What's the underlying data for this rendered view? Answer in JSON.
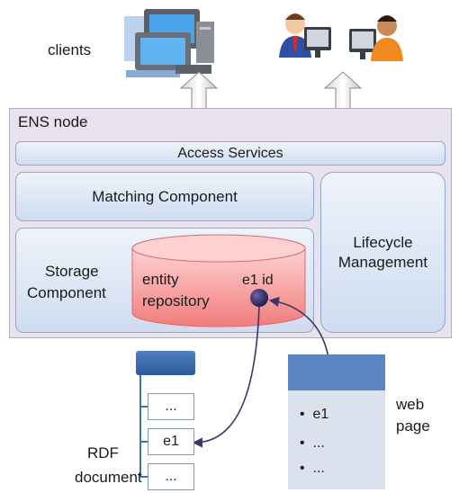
{
  "clients_label": "clients",
  "node": {
    "title": "ENS node",
    "access_services": "Access Services",
    "matching_component": "Matching Component",
    "storage_component": [
      "Storage",
      "Component"
    ],
    "lifecycle_management": [
      "Lifecycle",
      "Management"
    ],
    "entity_repository": [
      "entity",
      "repository"
    ],
    "entity_id": "e1 id"
  },
  "rdf_document": {
    "label": [
      "RDF",
      "document"
    ],
    "items": [
      "...",
      "e1",
      "..."
    ]
  },
  "web_page": {
    "label": [
      "web",
      "page"
    ],
    "items": [
      "e1",
      "...",
      "..."
    ]
  },
  "colors": {
    "node_bg": "#e7e2ec",
    "component_blue": "#cfdcf0",
    "repository_red": "#f28b8b",
    "arrow": "#3c3566"
  }
}
